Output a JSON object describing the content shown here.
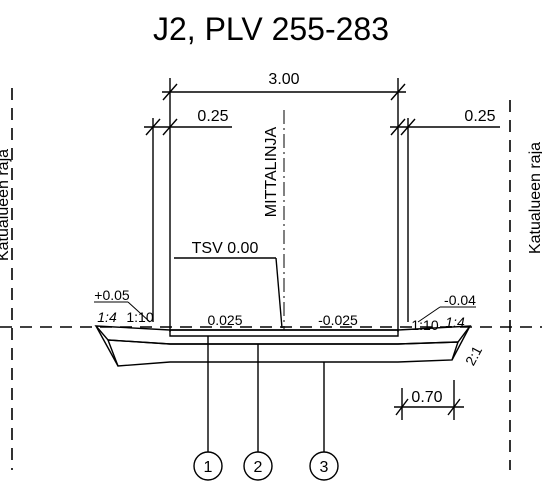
{
  "drawing": {
    "title": "J2, PLV 255-283",
    "boundary_left": "Katualueen raja",
    "boundary_right": "Katualueen raja",
    "centerline": "MITTALINJA",
    "width_total": "3.00",
    "width_left_edge": "0.25",
    "width_right_edge": "0.25",
    "design_level": "TSV 0.00",
    "left_level": "+0.05",
    "right_level": "-0.04",
    "left_outer_slope": "1:4",
    "left_inner_slope": "1:10",
    "right_inner_slope": "1:10",
    "right_outer_slope": "1:4",
    "cross_slope_left": "0.025",
    "cross_slope_right": "-0.025",
    "embankment_slope": "2:1",
    "shoulder_width": "0.70",
    "layers": [
      {
        "number": "1"
      },
      {
        "number": "2"
      },
      {
        "number": "3"
      }
    ]
  }
}
